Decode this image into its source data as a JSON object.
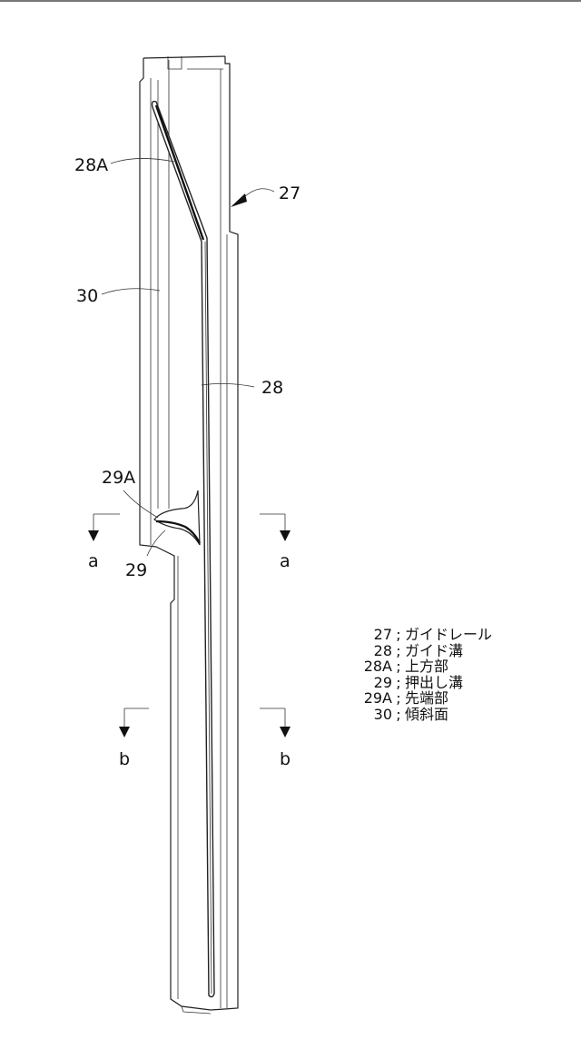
{
  "labels": {
    "rail": "27",
    "groove": "28",
    "upper": "28A",
    "push_groove": "29",
    "tip": "29A",
    "slope": "30",
    "sec_a_left": "a",
    "sec_a_right": "a",
    "sec_b_left": "b",
    "sec_b_right": "b"
  },
  "legend": [
    {
      "code": "27",
      "sep": ";",
      "desc": "ガイドレール"
    },
    {
      "code": "28",
      "sep": ";",
      "desc": "ガイド溝"
    },
    {
      "code": "28A",
      "sep": ";",
      "desc": "上方部"
    },
    {
      "code": "29",
      "sep": ";",
      "desc": "押出し溝"
    },
    {
      "code": "29A",
      "sep": ";",
      "desc": "先端部"
    },
    {
      "code": "30",
      "sep": ";",
      "desc": "傾斜面"
    }
  ]
}
